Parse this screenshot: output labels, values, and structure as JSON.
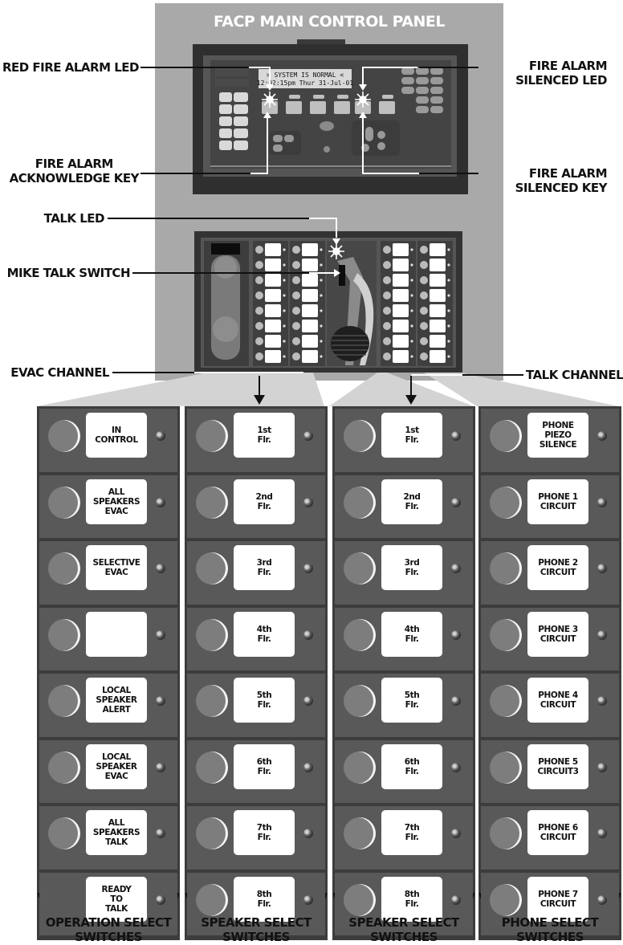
{
  "title": "FACP MAIN CONTROL PANEL",
  "display": {
    "line1": "> SYSTEM IS NORMAL <",
    "line2": "12:02:15pm  Thur  31-Jul-01"
  },
  "callouts": {
    "red_fire_alarm_led": "RED FIRE ALARM LED",
    "fire_alarm_silenced_led": [
      "FIRE ALARM",
      "SILENCED LED"
    ],
    "fire_alarm_acknowledge_key": [
      "FIRE ALARM",
      "ACKNOWLEDGE KEY"
    ],
    "fire_alarm_silenced_key": [
      "FIRE ALARM",
      "SILENCED KEY"
    ],
    "talk_led": "TALK LED",
    "mike_talk_switch": "MIKE TALK SWITCH",
    "evac_channel": "EVAC CHANNEL",
    "talk_channel": "TALK CHANNEL"
  },
  "columns": [
    {
      "section_label": "OPERATION SELECT\nSWITCHES",
      "switches": [
        {
          "label": "IN\nCONTROL",
          "knob": true
        },
        {
          "label": "ALL\nSPEAKERS\nEVAC",
          "knob": true
        },
        {
          "label": "SELECTIVE\nEVAC",
          "knob": true
        },
        {
          "label": "",
          "knob": true
        },
        {
          "label": "LOCAL\nSPEAKER\nALERT",
          "knob": true
        },
        {
          "label": "LOCAL\nSPEAKER\nEVAC",
          "knob": true
        },
        {
          "label": "ALL\nSPEAKERS\nTALK",
          "knob": true
        },
        {
          "label": "READY\nTO\nTALK",
          "knob": false
        }
      ]
    },
    {
      "section_label": "SPEAKER SELECT\nSWITCHES",
      "switches": [
        {
          "label": "1st\nFlr.",
          "knob": true
        },
        {
          "label": "2nd\nFlr.",
          "knob": true
        },
        {
          "label": "3rd\nFlr.",
          "knob": true
        },
        {
          "label": "4th\nFlr.",
          "knob": true
        },
        {
          "label": "5th\nFlr.",
          "knob": true
        },
        {
          "label": "6th\nFlr.",
          "knob": true
        },
        {
          "label": "7th\nFlr.",
          "knob": true
        },
        {
          "label": "8th\nFlr.",
          "knob": true
        }
      ]
    },
    {
      "section_label": "SPEAKER SELECT\nSWITCHES",
      "switches": [
        {
          "label": "1st\nFlr.",
          "knob": true
        },
        {
          "label": "2nd\nFlr.",
          "knob": true
        },
        {
          "label": "3rd\nFlr.",
          "knob": true
        },
        {
          "label": "4th\nFlr.",
          "knob": true
        },
        {
          "label": "5th\nFlr.",
          "knob": true
        },
        {
          "label": "6th\nFlr.",
          "knob": true
        },
        {
          "label": "7th\nFlr.",
          "knob": true
        },
        {
          "label": "8th\nFlr.",
          "knob": true
        }
      ]
    },
    {
      "section_label": "PHONE SELECT\nSWITCHES",
      "switches": [
        {
          "label": "PHONE\nPIEZO\nSILENCE",
          "knob": true
        },
        {
          "label": "PHONE 1\nCIRCUIT",
          "knob": true
        },
        {
          "label": "PHONE 2\nCIRCUIT",
          "knob": true
        },
        {
          "label": "PHONE 3\nCIRCUIT",
          "knob": true
        },
        {
          "label": "PHONE 4\nCIRCUIT",
          "knob": true
        },
        {
          "label": "PHONE 5\nCIRCUIT3",
          "knob": true
        },
        {
          "label": "PHONE 6\nCIRCUIT",
          "knob": true
        },
        {
          "label": "PHONE 7\nCIRCUIT",
          "knob": true
        }
      ]
    }
  ],
  "colors": {
    "panel_gray": "#a6a6a6",
    "frame_dark": "#3c3c3c",
    "cell_gray": "#595959",
    "knob_gray": "#7d7d7d"
  }
}
